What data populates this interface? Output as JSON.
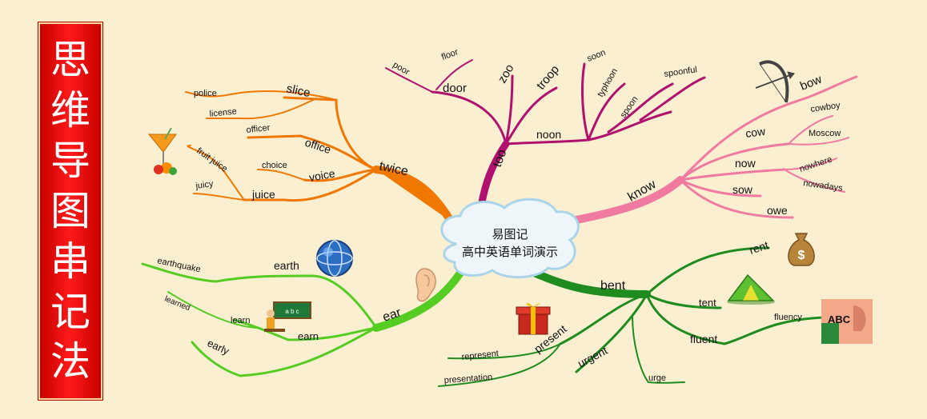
{
  "title_chars": [
    "思",
    "维",
    "导",
    "图",
    "串",
    "记",
    "法"
  ],
  "colors": {
    "background": "#fbefd2",
    "title_red": "#e00000",
    "orange": "#f07800",
    "magenta": "#b0106e",
    "pink": "#f07aa0",
    "light_green": "#55cc22",
    "dark_green": "#1e8c1e"
  },
  "center": {
    "line1": "易图记",
    "line2": "高中英语单词演示"
  },
  "icons": [
    "cocktail-icon",
    "bow-and-arrow-icon",
    "globe-icon",
    "ear-icon",
    "teacher-blackboard-icon",
    "gift-box-icon",
    "money-bag-icon",
    "tent-icon",
    "abc-speaking-icon"
  ],
  "branches": {
    "twice": {
      "label": "twice",
      "slice": "slice",
      "police": "police",
      "license": "license",
      "office": "office",
      "officer": "officer",
      "voice": "voice",
      "choice": "choice",
      "juice": "juice",
      "fruit_juice": "fruit juice",
      "juicy": "juicy"
    },
    "too": {
      "label": "too",
      "door": "door",
      "poor": "poor",
      "floor": "floor",
      "zoo": "zoo",
      "troop": "troop",
      "noon": "noon",
      "soon": "soon",
      "typhoon": "typhoon",
      "spoon": "spoon",
      "spoonful": "spoonful"
    },
    "know": {
      "label": "know",
      "bow": "bow",
      "cow": "cow",
      "cowboy": "cowboy",
      "moscow": "Moscow",
      "now": "now",
      "nowhere": "nowhere",
      "nowadays": "nowadays",
      "sow": "sow",
      "owe": "owe"
    },
    "ear": {
      "label": "ear",
      "earth": "earth",
      "earthquake": "earthquake",
      "learn": "learn",
      "learned": "learned",
      "earn": "earn",
      "early": "early"
    },
    "bent": {
      "label": "bent",
      "rent": "rent",
      "tent": "tent",
      "fluent": "fluent",
      "fluency": "fluency",
      "urgent": "urgent",
      "urge": "urge",
      "present": "present",
      "represent": "represent",
      "presentation": "presentation"
    }
  }
}
